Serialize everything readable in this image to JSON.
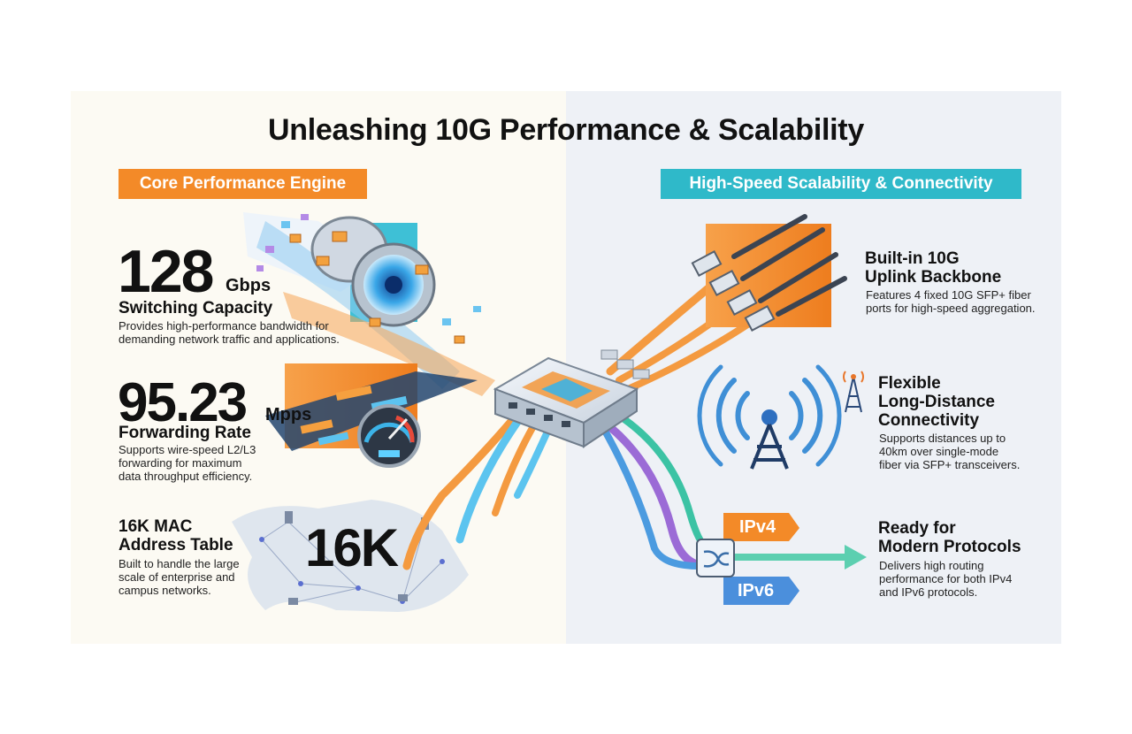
{
  "title": "Unleashing 10G Performance & Scalability",
  "left": {
    "tag": "Core Performance Engine",
    "stats": [
      {
        "value": "128",
        "unit": "Gbps",
        "heading": "Switching Capacity",
        "description_lines": [
          "Provides high-performance bandwidth for",
          "demanding network traffic and applications."
        ]
      },
      {
        "value": "95.23",
        "unit": "Mpps",
        "heading": "Forwarding Rate",
        "description_lines": [
          "Supports wire-speed L2/L3",
          "forwarding for maximum",
          "data throughput efficiency."
        ]
      },
      {
        "heading_lines": [
          "16K MAC",
          "Address Table"
        ],
        "big_label": "16K",
        "description_lines": [
          "Built to handle the large",
          "scale of enterprise and",
          "campus networks."
        ]
      }
    ]
  },
  "right": {
    "tag": "High-Speed Scalability & Connectivity",
    "features": [
      {
        "heading_lines": [
          "Built-in 10G",
          "Uplink Backbone"
        ],
        "description_lines": [
          "Features 4 fixed 10G SFP+ fiber",
          "ports for high-speed aggregation."
        ]
      },
      {
        "heading_lines": [
          "Flexible",
          "Long-Distance",
          "Connectivity"
        ],
        "description_lines": [
          "Supports distances up to",
          "40km over single-mode",
          "fiber via SFP+ transceivers."
        ]
      },
      {
        "heading_lines": [
          "Ready for",
          "Modern Protocols"
        ],
        "description_lines": [
          "Delivers high routing",
          "performance for both IPv4",
          "and IPv6 protocols."
        ]
      }
    ],
    "protocol_tags": [
      "IPv4",
      "IPv6"
    ]
  },
  "colors": {
    "orange": "#f38a28",
    "teal": "#2fb9c9",
    "blue": "#3f8fd6",
    "purple": "#9b6bd6",
    "green": "#3cc3a4"
  },
  "icons": [
    "data-tunnel-icon",
    "speedometer-icon",
    "world-map-icon",
    "network-switch-icon",
    "sfp-connector-icon",
    "radio-tower-icon",
    "routing-icon"
  ]
}
